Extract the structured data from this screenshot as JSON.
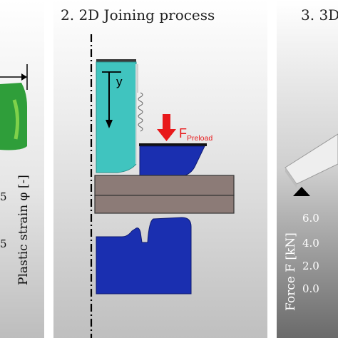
{
  "panel1": {
    "ticks": [
      "5",
      "5"
    ],
    "ylabel": "Plastic strain φ [-]"
  },
  "panel2": {
    "title": "2. 2D Joining process",
    "y_label": "y",
    "force_label_main": "F",
    "force_label_sub": "Preload"
  },
  "panel3": {
    "title": "3. 3D",
    "ylabel": "Force F [kN]",
    "ticks": [
      "6.0",
      "4.0",
      "2.0",
      "0.0"
    ]
  },
  "colors": {
    "teal_part": "#40c4bf",
    "punch_blue": "#1a2fb0",
    "sheet_brown": "#8c7b77",
    "force_arrow": "#e8191b",
    "strain_green": "#2f9e3a"
  }
}
